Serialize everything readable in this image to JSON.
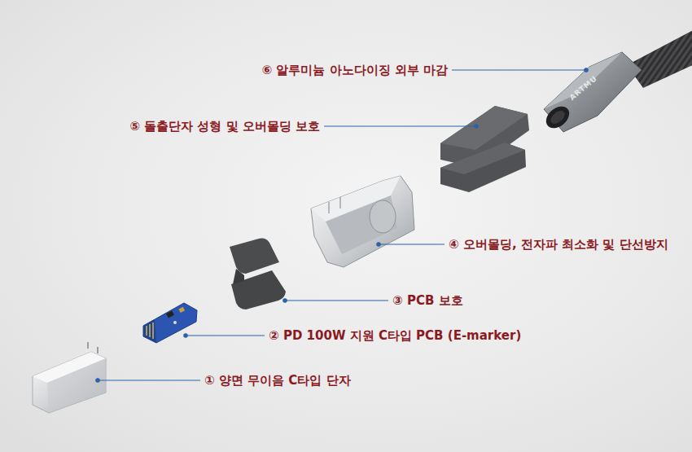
{
  "diagram": {
    "labels": [
      "⑥ 알루미늄 아노다이징 외부 마감",
      "ARTMU",
      "⑤ 돌출단자 성형 및 오버몰딩 보호",
      "④ 오버몰딩, 전자파 최소화 및 단선방지",
      "③ PCB 보호",
      "② PD 100W 지원 C타입 PCB (E-marker)",
      "① 양면 무이음 C타입 단자"
    ]
  }
}
